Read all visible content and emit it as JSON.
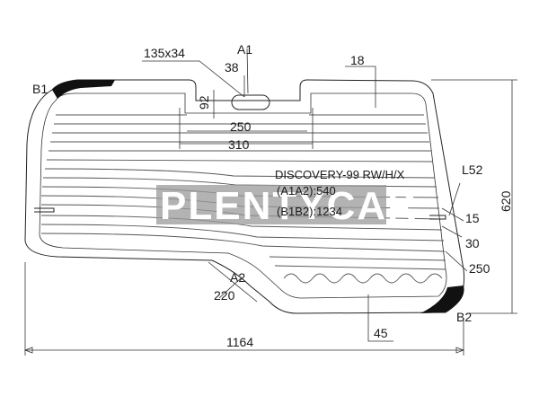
{
  "drawing": {
    "model_note": "DISCOVERY-99 RW/H/X",
    "code_a": "(A1A2):540",
    "code_b": "(B1B2):1234",
    "watermark": "PLENTYCAR"
  },
  "points": {
    "a1": "A1",
    "a2": "A2",
    "b1": "B1",
    "b2": "B2"
  },
  "dimensions": {
    "cutout": "135x34",
    "d38": "38",
    "d92": "92",
    "d250_top": "250",
    "d310": "310",
    "d18": "18",
    "d620": "620",
    "l52": "L52",
    "d15": "15",
    "d30": "30",
    "d250_right": "250",
    "d220": "220",
    "d1164": "1164",
    "d45": "45"
  },
  "colors": {
    "outline": "#222222",
    "blackout": "#111111",
    "watermark_band": "#9a9a9a"
  }
}
